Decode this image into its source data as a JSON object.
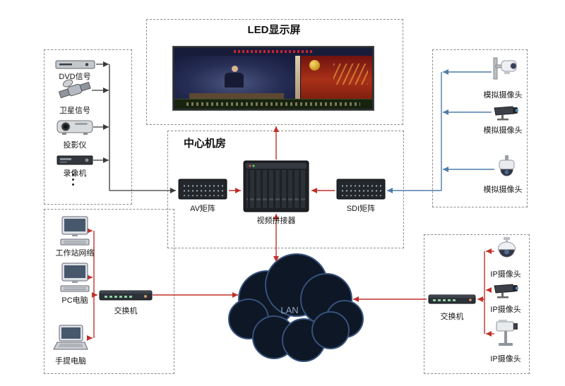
{
  "colors": {
    "red": "#c03028",
    "blue": "#4f7dab",
    "black": "#3a3a3a",
    "cloud_fill": "#0d1726",
    "cloud_edge": "#36517a",
    "cloud_text": "#8ea2bd"
  },
  "led_section": {
    "title": "LED显示屏"
  },
  "center_room": {
    "title": "中心机房",
    "av_matrix_label": "AV矩阵",
    "splicer_label": "视频拼接器",
    "sdi_matrix_label": "SDI矩阵"
  },
  "sources": {
    "dvd_label": "DVD信号",
    "satellite_label": "卫星信号",
    "projector_label": "投影仪",
    "recorder_label": "录像机"
  },
  "lan_devices": {
    "workstation_label": "工作站网络",
    "pc_label": "PC电脑",
    "laptop_label": "手提电脑",
    "switch_label": "交换机"
  },
  "cloud": {
    "label": "LAN"
  },
  "analog_cameras": {
    "labels": [
      "模拟摄像头",
      "模拟摄像头",
      "模拟摄像头"
    ]
  },
  "ip_cameras": {
    "labels": [
      "IP摄像头",
      "IP摄像头",
      "IP摄像头"
    ],
    "switch_label": "交换机"
  }
}
